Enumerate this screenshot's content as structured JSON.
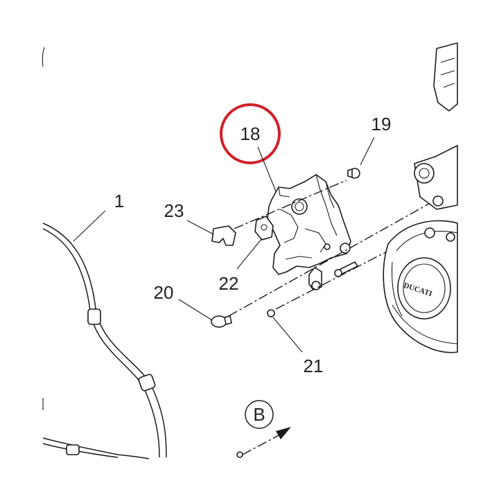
{
  "callouts": {
    "c1": "1",
    "c18": "18",
    "c19": "19",
    "c20": "20",
    "c21": "21",
    "c22": "22",
    "c23": "23"
  },
  "view_marker": "B",
  "engine_logo_text": "DUCATI",
  "colors": {
    "highlight_ring": "#d0202a",
    "line": "#1a1a1a",
    "text": "#222222",
    "background": "#ffffff"
  }
}
